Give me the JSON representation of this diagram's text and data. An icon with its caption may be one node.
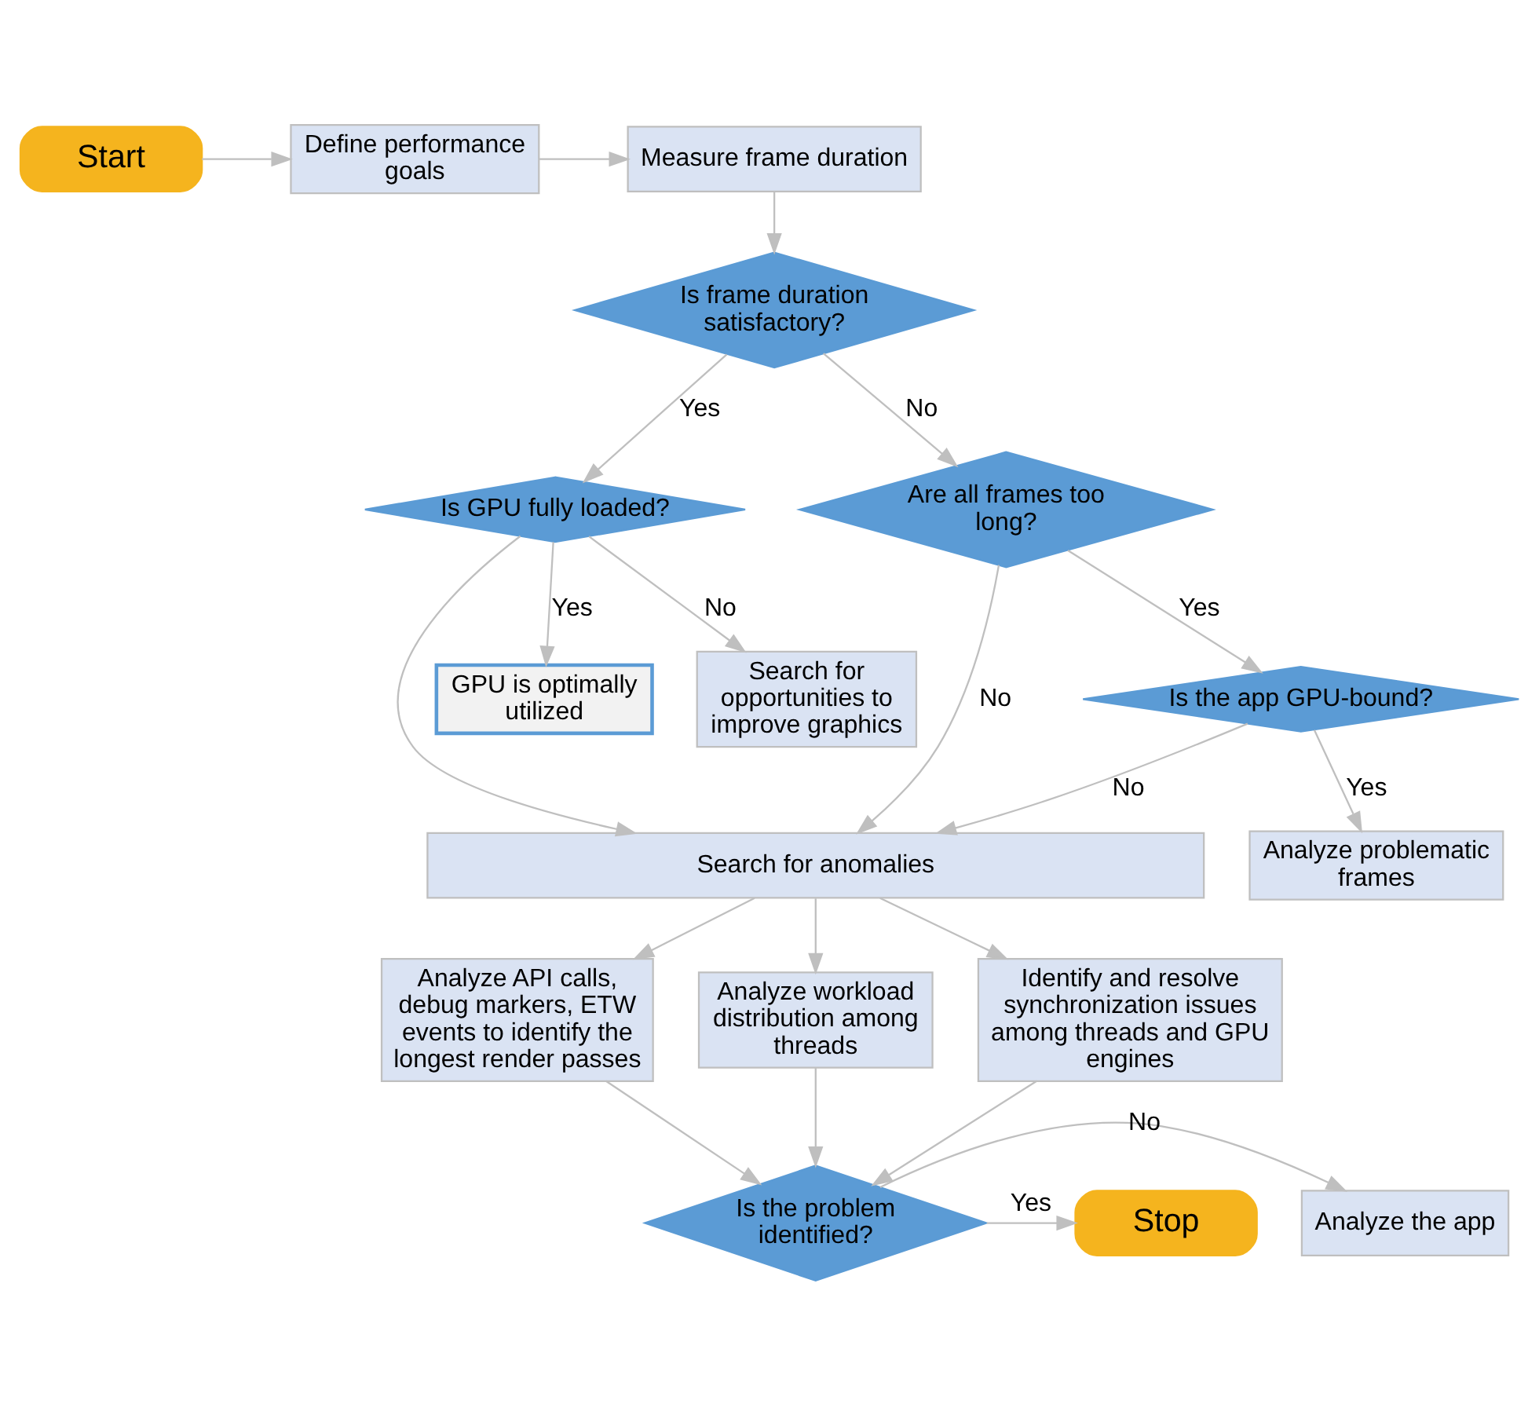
{
  "diagram": {
    "nodes": [
      {
        "text": [
          "Start"
        ]
      },
      {
        "text": [
          "Define performance goals"
        ]
      },
      {
        "text": [
          "Measure frame duration"
        ]
      },
      {
        "text": [
          "Is frame duration satisfactory?"
        ]
      },
      {
        "text": [
          "Is GPU fully loaded?"
        ]
      },
      {
        "text": [
          "Are all frames too long?"
        ]
      },
      {
        "text": [
          "GPU is optimally utilized"
        ]
      },
      {
        "text": [
          "Search for opportunities to improve graphics"
        ]
      },
      {
        "text": [
          "Is the app GPU-bound?"
        ]
      },
      {
        "text": [
          "Search for anomalies"
        ]
      },
      {
        "text": [
          "Analyze problematic frames"
        ]
      },
      {
        "text": [
          "Analyze API calls, debug markers, ETW events to identify the longest render passes"
        ]
      },
      {
        "text": [
          "Analyze workload distribution among threads"
        ]
      },
      {
        "text": [
          "Identify and resolve synchronization issues among threads and GPU engines"
        ]
      },
      {
        "text": [
          "Is the problem identified?"
        ]
      },
      {
        "text": [
          "Stop"
        ]
      },
      {
        "text": [
          "Analyze the app"
        ]
      }
    ],
    "edges": [
      {
        "from": 0,
        "to": 1,
        "arrow": "to"
      },
      {
        "from": 1,
        "to": 2,
        "arrow": "to"
      },
      {
        "from": 2,
        "to": 3,
        "arrow": "to"
      },
      {
        "from": 3,
        "to": 4,
        "arrow": "to",
        "label": "Yes"
      },
      {
        "from": 3,
        "to": 5,
        "arrow": "to",
        "label": "No"
      },
      {
        "from": 4,
        "to": 6,
        "arrow": "to",
        "label": "Yes"
      },
      {
        "from": 4,
        "to": 7,
        "arrow": "to",
        "label": "No"
      },
      {
        "from": 4,
        "to": 9,
        "arrow": "to"
      },
      {
        "from": 5,
        "to": 9,
        "arrow": "to",
        "label": "No"
      },
      {
        "from": 5,
        "to": 8,
        "arrow": "to",
        "label": "Yes"
      },
      {
        "from": 8,
        "to": 9,
        "arrow": "to",
        "label": "No"
      },
      {
        "from": 8,
        "to": 10,
        "arrow": "to",
        "label": "Yes"
      },
      {
        "from": 9,
        "to": 11,
        "arrow": "to"
      },
      {
        "from": 9,
        "to": 12,
        "arrow": "to"
      },
      {
        "from": 9,
        "to": 13,
        "arrow": "to"
      },
      {
        "from": 11,
        "to": 14,
        "arrow": "to"
      },
      {
        "from": 12,
        "to": 14,
        "arrow": "to"
      },
      {
        "from": 13,
        "to": 14,
        "arrow": "to"
      },
      {
        "from": 14,
        "to": 15,
        "arrow": "to",
        "label": "Yes"
      },
      {
        "from": 14,
        "to": 16,
        "arrow": "to",
        "label": "No"
      }
    ]
  }
}
